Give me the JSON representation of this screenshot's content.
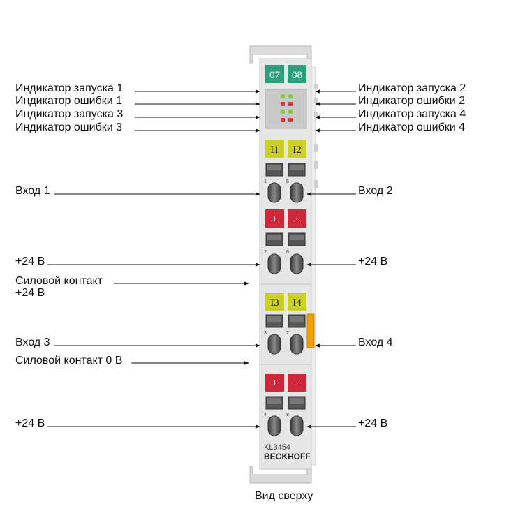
{
  "module": {
    "channel_numbers": [
      "07",
      "08"
    ],
    "input_tags": [
      "I1",
      "I2",
      "I3",
      "I4"
    ],
    "plus_signs": [
      "+",
      "+",
      "+",
      "+"
    ],
    "terminal_numbers": [
      "1",
      "5",
      "2",
      "6",
      "3",
      "7",
      "4",
      "8"
    ],
    "model": "KL3454",
    "brand": "BECKHOFF"
  },
  "labels": {
    "left": [
      "Индикатор запуска 1",
      "Индикатор ошибки 1",
      "Индикатор запуска 3",
      "Индикатор ошибки 3",
      "Вход 1",
      "+24 В",
      "Силовой контакт",
      "+24 В",
      "Вход 3",
      "Силовой контакт 0 В",
      "+24 В"
    ],
    "right": [
      "Индикатор запуска 2",
      "Индикатор ошибки 2",
      "Индикатор запуска 4",
      "Индикатор ошибки 4",
      "Вход 2",
      "+24 В",
      "Вход 4",
      "+24 В"
    ]
  },
  "caption": "Вид сверху",
  "colors": {
    "housing": "#e6e6e6",
    "channel_green": "#2e9e7a",
    "input_yellow": "#cbcf2a",
    "plus_red": "#cc2a3a",
    "led_green": "#7fd23c",
    "led_red": "#e8303a",
    "orange_tab": "#f0a10a"
  }
}
